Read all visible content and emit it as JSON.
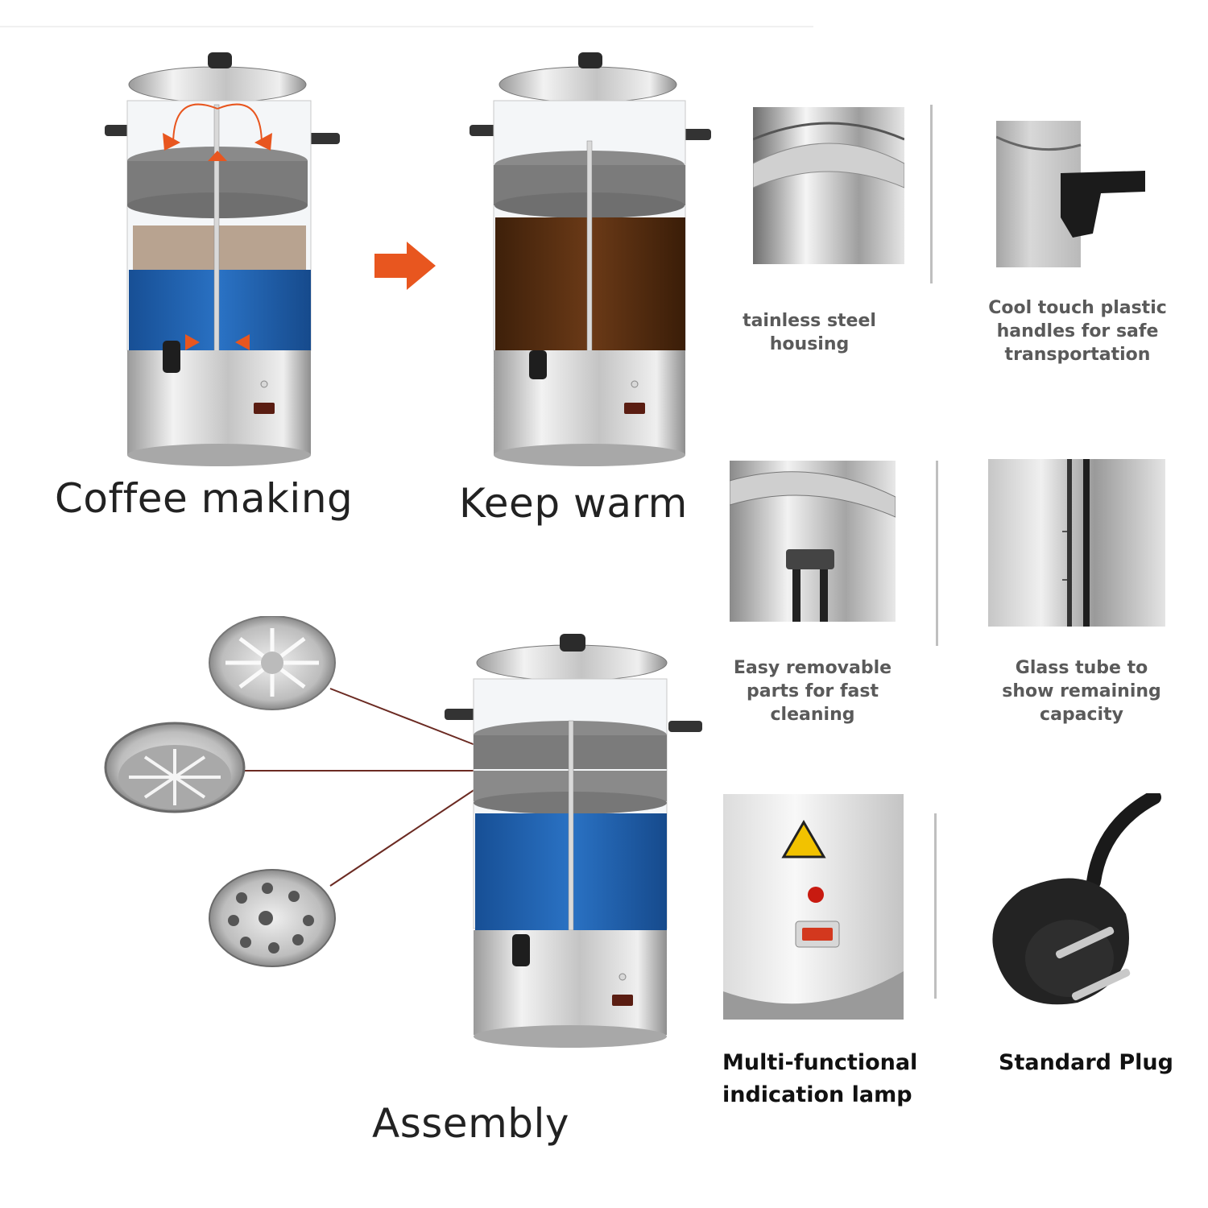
{
  "diagram": {
    "coffee_making": "Coffee making",
    "keep_warm": "Keep warm",
    "assembly": "Assembly"
  },
  "features": {
    "housing": [
      "tainless steel",
      "housing"
    ],
    "handles": [
      "Cool touch plastic",
      "handles for safe",
      "transportation"
    ],
    "removable": [
      "Easy removable",
      "parts for fast",
      "cleaning"
    ],
    "glass_tube": [
      "Glass tube to",
      "show remaining",
      "capacity"
    ],
    "lamp": [
      "Multi-functional",
      "indication lamp"
    ],
    "plug": [
      "Standard Plug"
    ]
  },
  "colors": {
    "water_blue": "#1f66b8",
    "coffee_brown": "#5a2f10",
    "arrow_orange": "#e8561f",
    "steel": "#c9c9c9"
  },
  "icons": {
    "arrow": "right-arrow-icon",
    "warning": "hot-surface-warning-icon"
  }
}
